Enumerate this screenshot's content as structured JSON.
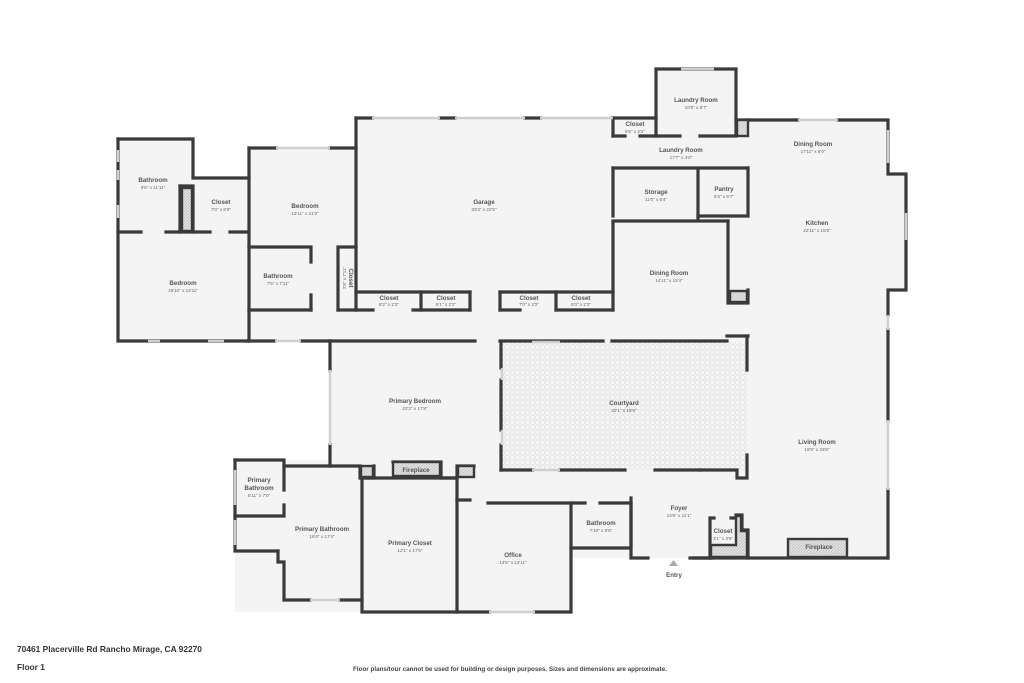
{
  "plan": {
    "address": "70461 Placerville Rd Rancho Mirage, CA 92270",
    "floor": "Floor 1",
    "disclaimer": "Floor plans/tour cannot be used for building or design purposes. Sizes and dimensions are approximate.",
    "colors": {
      "wall": "#3a3a3a",
      "floor": "#f4f4f4",
      "window": "#cfcfcf",
      "text": "#555555"
    }
  },
  "rooms": {
    "bathroom_nw": {
      "name": "Bathroom",
      "dim": "9'6\" x 11'11\""
    },
    "closet_nw": {
      "name": "Closet",
      "dim": "7'0\" x 6'8\""
    },
    "bedroom_w": {
      "name": "Bedroom",
      "dim": "16'10\" x 13'11\""
    },
    "bedroom_n": {
      "name": "Bedroom",
      "dim": "13'11\" x 21'0\""
    },
    "bathroom_mid": {
      "name": "Bathroom",
      "dim": "7'5\" x 7'11\""
    },
    "closet_vert": {
      "name": "Closet",
      "dim": "2'8\" x 7'11\""
    },
    "garage": {
      "name": "Garage",
      "dim": "33'3\" x 22'5\""
    },
    "closet_g1": {
      "name": "Closet",
      "dim": "8'2\" x 2'2\""
    },
    "closet_g2": {
      "name": "Closet",
      "dim": "6'1\" x 2'2\""
    },
    "closet_g3": {
      "name": "Closet",
      "dim": "7'0\" x 2'2\""
    },
    "closet_g4": {
      "name": "Closet",
      "dim": "6'0\" x 2'2\""
    },
    "laundry_upper": {
      "name": "Laundry Room",
      "dim": "10'0\" x 8'7\""
    },
    "closet_laundry": {
      "name": "Closet",
      "dim": "5'5\" x 2'1\""
    },
    "laundry_lower": {
      "name": "Laundry Room",
      "dim": "17'7\" x 4'0\""
    },
    "storage": {
      "name": "Storage",
      "dim": "11'0\" x 6'4\""
    },
    "pantry": {
      "name": "Pantry",
      "dim": "6'3\" x 5'7\""
    },
    "dining_ne": {
      "name": "Dining Room",
      "dim": "17'11\" x 6'9\""
    },
    "kitchen": {
      "name": "Kitchen",
      "dim": "22'11\" x 15'5\""
    },
    "dining_mid": {
      "name": "Dining Room",
      "dim": "14'11\" x 15'4\""
    },
    "primary_bedroom": {
      "name": "Primary Bedroom",
      "dim": "22'2\" x 17'8\""
    },
    "courtyard": {
      "name": "Courtyard",
      "dim": "32'1\" x 16'9\""
    },
    "living_room": {
      "name": "Living Room",
      "dim": "19'5\" x 33'6\""
    },
    "primary_bath_small_1": "Primary",
    "primary_bath_small_2": "Bathroom",
    "primary_bath_small_dim": "5'11\" x 7'0\"",
    "primary_bathroom": {
      "name": "Primary Bathroom",
      "dim": "16'4\" x 17'4\""
    },
    "fireplace_bedroom": "Fireplace",
    "primary_closet": {
      "name": "Primary Closet",
      "dim": "12'1\" x 17'5\""
    },
    "office": {
      "name": "Office",
      "dim": "14'5\" x 13'11\""
    },
    "bathroom_s": {
      "name": "Bathroom",
      "dim": "7'10\" x 5'5\""
    },
    "foyer": {
      "name": "Foyer",
      "dim": "13'6\" x 11'1\""
    },
    "closet_foyer": {
      "name": "Closet",
      "dim": "3'1\" x 3'6\""
    },
    "fireplace_living": "Fireplace",
    "entry": "Entry"
  }
}
